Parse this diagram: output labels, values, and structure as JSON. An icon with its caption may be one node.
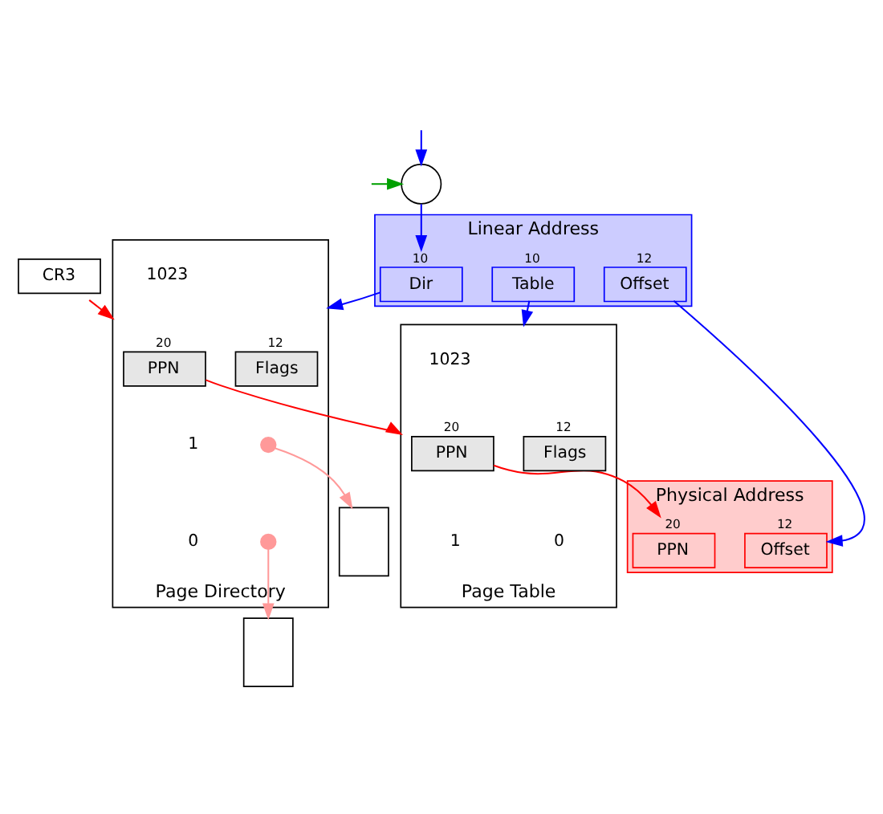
{
  "diagram": {
    "nodes": [
      {
        "text": [],
        "shape": "circle"
      },
      {
        "text": [
          "Linear Address"
        ]
      },
      {
        "text": [
          "Dir"
        ],
        "in": 1,
        "beside": [
          "10"
        ]
      },
      {
        "text": [
          "Table"
        ],
        "in": 1,
        "beside": [
          "10"
        ]
      },
      {
        "text": [
          "Offset"
        ],
        "in": 1,
        "beside": [
          "12"
        ]
      },
      {
        "text": [
          "Physical Address"
        ]
      },
      {
        "text": [
          "PPN"
        ],
        "in": 5,
        "beside": [
          "20"
        ]
      },
      {
        "text": [
          "Offset"
        ],
        "in": 5,
        "beside": [
          "12"
        ]
      },
      {
        "text": [
          "Page Table"
        ]
      },
      {
        "text": [
          "PPN"
        ],
        "in": 8,
        "beside": [
          "20"
        ]
      },
      {
        "text": [
          "Flags"
        ],
        "in": 8,
        "beside": [
          "12"
        ]
      },
      {
        "text": [
          "Page Directory"
        ]
      },
      {
        "text": [
          "PPN"
        ],
        "in": 11,
        "beside": [
          "20"
        ]
      },
      {
        "text": [
          "Flags"
        ],
        "in": 11,
        "beside": [
          "12"
        ]
      },
      {
        "text": [],
        "shape": "circle",
        "in": 11
      },
      {
        "text": [],
        "shape": "circle",
        "in": 11
      },
      {
        "text": [
          "CR3"
        ]
      },
      {
        "text": [],
        "shape": "box"
      },
      {
        "text": [],
        "shape": "box"
      }
    ],
    "edges": [
      {
        "from": null,
        "to": 0,
        "arrow": "to",
        "color": "#0000ff"
      },
      {
        "from": null,
        "to": 0,
        "arrow": "to",
        "color": "#00a000"
      },
      {
        "from": 0,
        "to": 2,
        "arrow": "to",
        "color": "#0000ff"
      },
      {
        "from": 2,
        "to": 11,
        "arrow": "to",
        "color": "#0000ff"
      },
      {
        "from": 3,
        "to": 8,
        "arrow": "to",
        "color": "#0000ff"
      },
      {
        "from": 4,
        "to": 7,
        "arrow": "to",
        "color": "#0000ff"
      },
      {
        "from": 9,
        "to": 6,
        "arrow": "to",
        "color": "#ff0000"
      },
      {
        "from": 12,
        "to": 8,
        "arrow": "to",
        "color": "#ff0000"
      },
      {
        "from": 16,
        "to": 11,
        "arrow": "to",
        "color": "#ff0000"
      },
      {
        "from": 14,
        "to": 17,
        "arrow": "to",
        "color": "#ff9999"
      },
      {
        "from": 15,
        "to": 18,
        "arrow": "to",
        "color": "#ff9999"
      }
    ],
    "labels": [
      "1023",
      "1023",
      "1",
      "0",
      "1",
      "0"
    ]
  }
}
